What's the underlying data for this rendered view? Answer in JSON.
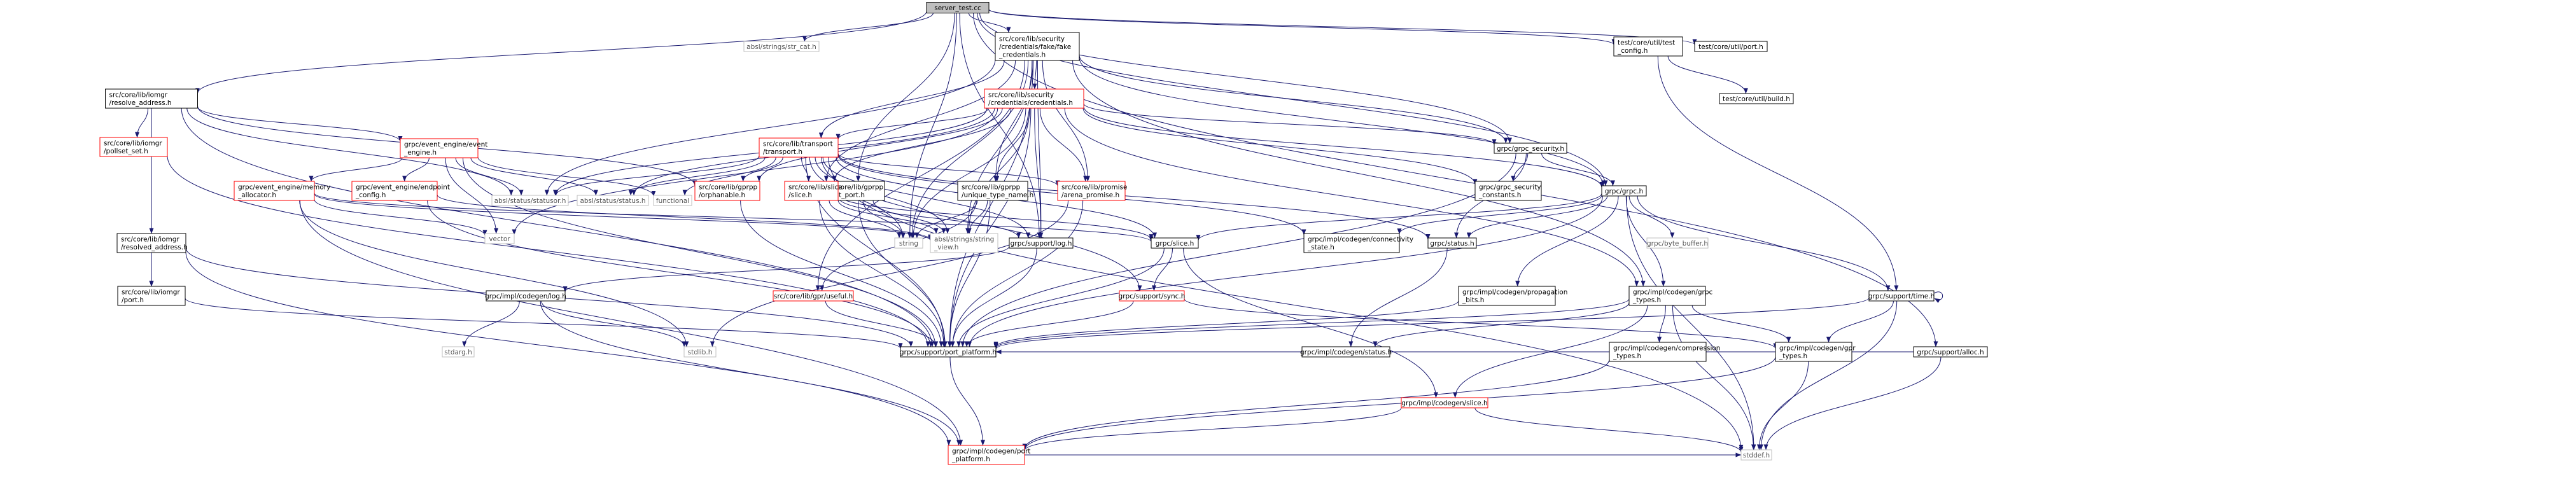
{
  "graph": {
    "root": "server_test.cc",
    "colors": {
      "root_fill": "#bfbfbf",
      "node_stroke_default": "#000000",
      "node_stroke_truncated": "#ff0000",
      "node_stroke_system": "#bfbfbf",
      "system_text": "#555555",
      "edge": "#191970"
    },
    "nodes": [
      {
        "id": "root",
        "lines": [
          "server_test.cc"
        ],
        "kind": "root"
      },
      {
        "id": "str_cat",
        "lines": [
          "absl/strings/str_cat.h"
        ],
        "kind": "system"
      },
      {
        "id": "resolve_address",
        "lines": [
          "src/core/lib/iomgr",
          "/resolve_address.h"
        ],
        "kind": "normal"
      },
      {
        "id": "fake_credentials",
        "lines": [
          "src/core/lib/security",
          "/credentials/fake/fake",
          "_credentials.h"
        ],
        "kind": "normal"
      },
      {
        "id": "host_port",
        "lines": [
          "src/core/lib/gprpp",
          "/host_port.h"
        ],
        "kind": "normal"
      },
      {
        "id": "test_config",
        "lines": [
          "test/core/util/test",
          "_config.h"
        ],
        "kind": "normal"
      },
      {
        "id": "util_port",
        "lines": [
          "test/core/util/port.h"
        ],
        "kind": "normal"
      },
      {
        "id": "alloc",
        "lines": [
          "grpc/support/alloc.h"
        ],
        "kind": "normal"
      },
      {
        "id": "util_build",
        "lines": [
          "test/core/util/build.h"
        ],
        "kind": "normal"
      },
      {
        "id": "pollset_set",
        "lines": [
          "src/core/lib/iomgr",
          "/pollset_set.h"
        ],
        "kind": "truncated"
      },
      {
        "id": "event_engine",
        "lines": [
          "grpc/event_engine/event",
          "_engine.h"
        ],
        "kind": "truncated"
      },
      {
        "id": "credentials",
        "lines": [
          "src/core/lib/security",
          "/credentials/credentials.h"
        ],
        "kind": "truncated"
      },
      {
        "id": "transport",
        "lines": [
          "src/core/lib/transport",
          "/transport.h"
        ],
        "kind": "truncated"
      },
      {
        "id": "grpc_security",
        "lines": [
          "grpc/grpc_security.h"
        ],
        "kind": "normal"
      },
      {
        "id": "grpc_h",
        "lines": [
          "grpc/grpc.h"
        ],
        "kind": "normal"
      },
      {
        "id": "memory_allocator",
        "lines": [
          "grpc/event_engine/memory",
          "_allocator.h"
        ],
        "kind": "truncated"
      },
      {
        "id": "endpoint_config",
        "lines": [
          "grpc/event_engine/endpoint",
          "_config.h"
        ],
        "kind": "truncated"
      },
      {
        "id": "statusor",
        "lines": [
          "absl/status/statusor.h"
        ],
        "kind": "system"
      },
      {
        "id": "absl_status",
        "lines": [
          "absl/status/status.h"
        ],
        "kind": "system"
      },
      {
        "id": "functional",
        "lines": [
          "functional"
        ],
        "kind": "system"
      },
      {
        "id": "orphanable",
        "lines": [
          "src/core/lib/gprpp",
          "/orphanable.h"
        ],
        "kind": "truncated"
      },
      {
        "id": "unique_type_name",
        "lines": [
          "src/core/lib/gprpp",
          "/unique_type_name.h"
        ],
        "kind": "normal"
      },
      {
        "id": "lib_slice",
        "lines": [
          "src/core/lib/slice",
          "/slice.h"
        ],
        "kind": "truncated"
      },
      {
        "id": "arena_promise",
        "lines": [
          "src/core/lib/promise",
          "/arena_promise.h"
        ],
        "kind": "truncated"
      },
      {
        "id": "security_constants",
        "lines": [
          "grpc/grpc_security",
          "_constants.h"
        ],
        "kind": "normal"
      },
      {
        "id": "connectivity_state",
        "lines": [
          "grpc/impl/codegen/connectivity",
          "_state.h"
        ],
        "kind": "normal"
      },
      {
        "id": "grpc_status",
        "lines": [
          "grpc/status.h"
        ],
        "kind": "normal"
      },
      {
        "id": "byte_buffer",
        "lines": [
          "grpc/byte_buffer.h"
        ],
        "kind": "system"
      },
      {
        "id": "vector",
        "lines": [
          "vector"
        ],
        "kind": "system"
      },
      {
        "id": "resolved_address",
        "lines": [
          "src/core/lib/iomgr",
          "/resolved_address.h"
        ],
        "kind": "normal"
      },
      {
        "id": "iomgr_port",
        "lines": [
          "src/core/lib/iomgr",
          "/port.h"
        ],
        "kind": "normal"
      },
      {
        "id": "string",
        "lines": [
          "string"
        ],
        "kind": "system"
      },
      {
        "id": "string_view",
        "lines": [
          "absl/strings/string",
          "_view.h"
        ],
        "kind": "system"
      },
      {
        "id": "useful",
        "lines": [
          "src/core/lib/gpr/useful.h"
        ],
        "kind": "truncated"
      },
      {
        "id": "support_log",
        "lines": [
          "grpc/support/log.h"
        ],
        "kind": "normal"
      },
      {
        "id": "grpc_slice",
        "lines": [
          "grpc/slice.h"
        ],
        "kind": "normal"
      },
      {
        "id": "propagation_bits",
        "lines": [
          "grpc/impl/codegen/propagation",
          "_bits.h"
        ],
        "kind": "normal"
      },
      {
        "id": "grpc_types",
        "lines": [
          "grpc/impl/codegen/grpc",
          "_types.h"
        ],
        "kind": "normal"
      },
      {
        "id": "codegen_log",
        "lines": [
          "grpc/impl/codegen/log.h"
        ],
        "kind": "normal"
      },
      {
        "id": "support_sync",
        "lines": [
          "grpc/support/sync.h"
        ],
        "kind": "truncated"
      },
      {
        "id": "support_time",
        "lines": [
          "grpc/support/time.h"
        ],
        "kind": "normal"
      },
      {
        "id": "stdarg",
        "lines": [
          "stdarg.h"
        ],
        "kind": "system"
      },
      {
        "id": "stdlib",
        "lines": [
          "stdlib.h"
        ],
        "kind": "system"
      },
      {
        "id": "port_platform",
        "lines": [
          "grpc/support/port_platform.h"
        ],
        "kind": "normal"
      },
      {
        "id": "codegen_slice",
        "lines": [
          "grpc/impl/codegen/slice.h"
        ],
        "kind": "truncated"
      },
      {
        "id": "codegen_status",
        "lines": [
          "grpc/impl/codegen/status.h"
        ],
        "kind": "normal"
      },
      {
        "id": "compression_types",
        "lines": [
          "grpc/impl/codegen/compression",
          "_types.h"
        ],
        "kind": "normal"
      },
      {
        "id": "gpr_types",
        "lines": [
          "grpc/impl/codegen/gpr",
          "_types.h"
        ],
        "kind": "normal"
      },
      {
        "id": "codegen_port_platform",
        "lines": [
          "grpc/impl/codegen/port",
          "_platform.h"
        ],
        "kind": "truncated"
      },
      {
        "id": "stddef",
        "lines": [
          "stddef.h"
        ],
        "kind": "system"
      }
    ],
    "edges": [
      [
        "root",
        "str_cat"
      ],
      [
        "root",
        "resolve_address"
      ],
      [
        "root",
        "fake_credentials"
      ],
      [
        "root",
        "host_port"
      ],
      [
        "root",
        "test_config"
      ],
      [
        "root",
        "util_port"
      ],
      [
        "root",
        "alloc"
      ],
      [
        "root",
        "grpc_h"
      ],
      [
        "root",
        "grpc_security"
      ],
      [
        "root",
        "support_log"
      ],
      [
        "root",
        "string"
      ],
      [
        "resolve_address",
        "pollset_set"
      ],
      [
        "resolve_address",
        "event_engine"
      ],
      [
        "resolve_address",
        "statusor"
      ],
      [
        "resolve_address",
        "orphanable"
      ],
      [
        "resolve_address",
        "resolved_address"
      ],
      [
        "resolve_address",
        "iomgr_port"
      ],
      [
        "resolve_address",
        "port_platform"
      ],
      [
        "fake_credentials",
        "credentials"
      ],
      [
        "fake_credentials",
        "transport"
      ],
      [
        "fake_credentials",
        "unique_type_name"
      ],
      [
        "fake_credentials",
        "lib_slice"
      ],
      [
        "fake_credentials",
        "arena_promise"
      ],
      [
        "fake_credentials",
        "grpc_security"
      ],
      [
        "fake_credentials",
        "grpc_h"
      ],
      [
        "fake_credentials",
        "grpc_types"
      ],
      [
        "fake_credentials",
        "statusor"
      ],
      [
        "fake_credentials",
        "string"
      ],
      [
        "fake_credentials",
        "useful"
      ],
      [
        "fake_credentials",
        "support_log"
      ],
      [
        "fake_credentials",
        "port_platform"
      ],
      [
        "fake_credentials",
        "string_view"
      ],
      [
        "host_port",
        "string"
      ],
      [
        "host_port",
        "string_view"
      ],
      [
        "host_port",
        "port_platform"
      ],
      [
        "test_config",
        "support_time"
      ],
      [
        "test_config",
        "util_build"
      ],
      [
        "alloc",
        "stddef"
      ],
      [
        "alloc",
        "port_platform"
      ],
      [
        "pollset_set",
        "port_platform"
      ],
      [
        "event_engine",
        "memory_allocator"
      ],
      [
        "event_engine",
        "endpoint_config"
      ],
      [
        "event_engine",
        "statusor"
      ],
      [
        "event_engine",
        "absl_status"
      ],
      [
        "event_engine",
        "functional"
      ],
      [
        "event_engine",
        "vector"
      ],
      [
        "event_engine",
        "port_platform"
      ],
      [
        "credentials",
        "transport"
      ],
      [
        "credentials",
        "unique_type_name"
      ],
      [
        "credentials",
        "lib_slice"
      ],
      [
        "credentials",
        "arena_promise"
      ],
      [
        "credentials",
        "grpc_security"
      ],
      [
        "credentials",
        "security_constants"
      ],
      [
        "credentials",
        "grpc_h"
      ],
      [
        "credentials",
        "statusor"
      ],
      [
        "credentials",
        "string"
      ],
      [
        "credentials",
        "vector"
      ],
      [
        "credentials",
        "string_view"
      ],
      [
        "credentials",
        "support_log"
      ],
      [
        "credentials",
        "port_platform"
      ],
      [
        "credentials",
        "grpc_types"
      ],
      [
        "credentials",
        "absl_status"
      ],
      [
        "credentials",
        "orphanable"
      ],
      [
        "transport",
        "orphanable"
      ],
      [
        "transport",
        "lib_slice"
      ],
      [
        "transport",
        "arena_promise"
      ],
      [
        "transport",
        "functional"
      ],
      [
        "transport",
        "string"
      ],
      [
        "transport",
        "string_view"
      ],
      [
        "transport",
        "connectivity_state"
      ],
      [
        "transport",
        "grpc_status"
      ],
      [
        "transport",
        "grpc_slice"
      ],
      [
        "transport",
        "support_log"
      ],
      [
        "transport",
        "port_platform"
      ],
      [
        "transport",
        "absl_status"
      ],
      [
        "transport",
        "statusor"
      ],
      [
        "transport",
        "stddef"
      ],
      [
        "transport",
        "support_sync"
      ],
      [
        "grpc_security",
        "grpc_h"
      ],
      [
        "grpc_security",
        "security_constants"
      ],
      [
        "grpc_security",
        "grpc_status"
      ],
      [
        "grpc_security",
        "port_platform"
      ],
      [
        "grpc_h",
        "grpc_types"
      ],
      [
        "grpc_h",
        "propagation_bits"
      ],
      [
        "grpc_h",
        "connectivity_state"
      ],
      [
        "grpc_h",
        "grpc_status"
      ],
      [
        "grpc_h",
        "byte_buffer"
      ],
      [
        "grpc_h",
        "grpc_slice"
      ],
      [
        "grpc_h",
        "support_time"
      ],
      [
        "grpc_h",
        "stddef"
      ],
      [
        "grpc_h",
        "port_platform"
      ],
      [
        "memory_allocator",
        "string_view"
      ],
      [
        "memory_allocator",
        "vector"
      ],
      [
        "memory_allocator",
        "grpc_slice"
      ],
      [
        "memory_allocator",
        "stdlib"
      ],
      [
        "memory_allocator",
        "codegen_port_platform"
      ],
      [
        "endpoint_config",
        "string_view"
      ],
      [
        "endpoint_config",
        "port_platform"
      ],
      [
        "orphanable",
        "port_platform"
      ],
      [
        "unique_type_name",
        "string"
      ],
      [
        "unique_type_name",
        "string_view"
      ],
      [
        "unique_type_name",
        "useful"
      ],
      [
        "unique_type_name",
        "port_platform"
      ],
      [
        "lib_slice",
        "string"
      ],
      [
        "lib_slice",
        "string_view"
      ],
      [
        "lib_slice",
        "grpc_slice"
      ],
      [
        "lib_slice",
        "support_log"
      ],
      [
        "lib_slice",
        "port_platform"
      ],
      [
        "arena_promise",
        "port_platform"
      ],
      [
        "arena_promise",
        "stdlib"
      ],
      [
        "grpc_status",
        "codegen_status"
      ],
      [
        "resolved_address",
        "iomgr_port"
      ],
      [
        "resolved_address",
        "port_platform"
      ],
      [
        "resolved_address",
        "codegen_port_platform"
      ],
      [
        "iomgr_port",
        "port_platform"
      ],
      [
        "useful",
        "port_platform"
      ],
      [
        "support_log",
        "codegen_log"
      ],
      [
        "support_log",
        "port_platform"
      ],
      [
        "grpc_slice",
        "support_sync"
      ],
      [
        "grpc_slice",
        "codegen_slice"
      ],
      [
        "grpc_slice",
        "port_platform"
      ],
      [
        "propagation_bits",
        "port_platform"
      ],
      [
        "grpc_types",
        "compression_types"
      ],
      [
        "grpc_types",
        "gpr_types"
      ],
      [
        "grpc_types",
        "codegen_slice"
      ],
      [
        "grpc_types",
        "codegen_status"
      ],
      [
        "grpc_types",
        "stddef"
      ],
      [
        "grpc_types",
        "port_platform"
      ],
      [
        "codegen_log",
        "stdarg"
      ],
      [
        "codegen_log",
        "stdlib"
      ],
      [
        "codegen_log",
        "codegen_port_platform"
      ],
      [
        "support_sync",
        "gpr_types"
      ],
      [
        "support_sync",
        "port_platform"
      ],
      [
        "support_time",
        "gpr_types"
      ],
      [
        "support_time",
        "stddef"
      ],
      [
        "support_time",
        "port_platform"
      ],
      [
        "support_time",
        "support_time"
      ],
      [
        "port_platform",
        "codegen_port_platform"
      ],
      [
        "codegen_slice",
        "codegen_port_platform"
      ],
      [
        "codegen_slice",
        "stddef"
      ],
      [
        "gpr_types",
        "codegen_port_platform"
      ],
      [
        "gpr_types",
        "stddef"
      ],
      [
        "compression_types",
        "codegen_port_platform"
      ],
      [
        "codegen_port_platform",
        "stddef"
      ]
    ]
  }
}
